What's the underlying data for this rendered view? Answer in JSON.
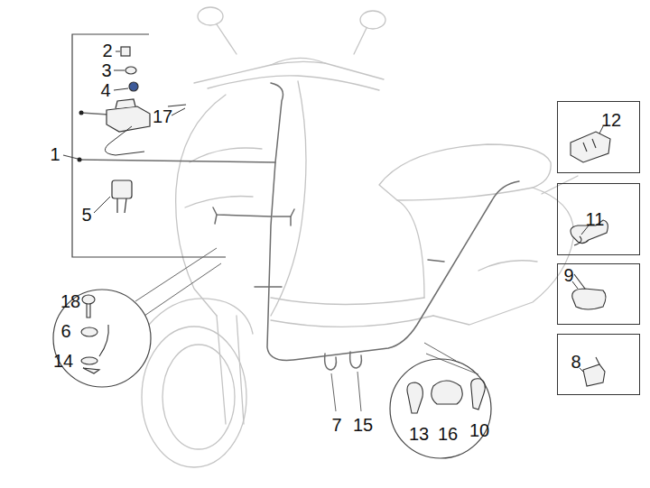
{
  "diagram": {
    "nodes": [
      {
        "text": [
          "12"
        ]
      },
      {
        "text": [
          "11"
        ]
      },
      {
        "text": [
          "9"
        ]
      },
      {
        "text": [
          "8"
        ]
      },
      {
        "text": [
          "18",
          "6",
          "14"
        ]
      },
      {
        "text": [
          "13",
          "16",
          "10"
        ]
      }
    ],
    "labels": [
      "2",
      "3",
      "4",
      "17",
      "1",
      "5",
      "7",
      "15"
    ]
  }
}
